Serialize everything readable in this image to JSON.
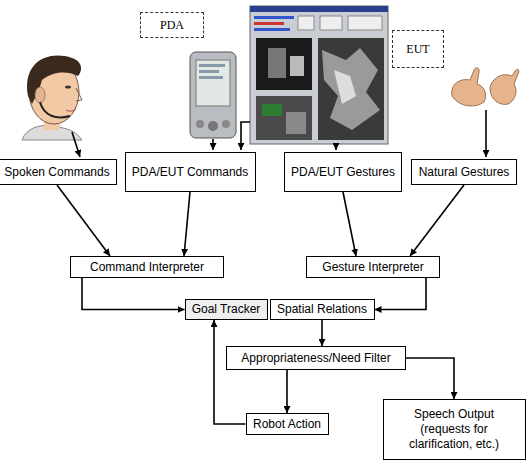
{
  "diagram": {
    "nodes": [
      {
        "text": [
          "PDA"
        ]
      },
      {
        "text": [
          "EUT"
        ]
      },
      {
        "text": [
          "Spoken Commands"
        ]
      },
      {
        "text": [
          "PDA/EUT Commands"
        ]
      },
      {
        "text": [
          "PDA/EUT Gestures"
        ]
      },
      {
        "text": [
          "Natural Gestures"
        ]
      },
      {
        "text": [
          "Command Interpreter"
        ]
      },
      {
        "text": [
          "Gesture Interpreter"
        ]
      },
      {
        "text": [
          "Goal Tracker"
        ]
      },
      {
        "text": [
          "Spatial Relations"
        ]
      },
      {
        "text": [
          "Appropriateness/Need Filter"
        ]
      },
      {
        "text": [
          "Robot Action"
        ]
      },
      {
        "text": [
          "Speech Output",
          "(requests for clarification, etc.)"
        ]
      }
    ],
    "edges": [
      {
        "from": 2,
        "to": 6,
        "arrow": "to"
      },
      {
        "from": 3,
        "to": 6,
        "arrow": "to"
      },
      {
        "from": 4,
        "to": 7,
        "arrow": "to"
      },
      {
        "from": 5,
        "to": 7,
        "arrow": "to"
      },
      {
        "from": 6,
        "to": 8,
        "arrow": "to"
      },
      {
        "from": 7,
        "to": 9,
        "arrow": "to"
      },
      {
        "from": 9,
        "to": 10,
        "arrow": "to"
      },
      {
        "from": 10,
        "to": 11,
        "arrow": "to"
      },
      {
        "from": 10,
        "to": 12,
        "arrow": "to"
      },
      {
        "from": 11,
        "to": 8,
        "arrow": "to"
      }
    ]
  }
}
